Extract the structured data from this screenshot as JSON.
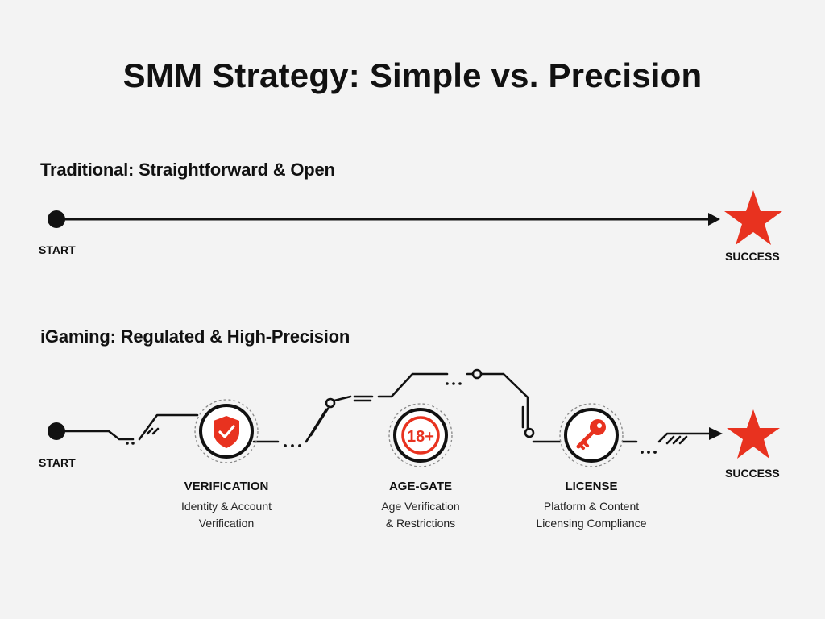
{
  "title": "SMM Strategy: Simple vs. Precision",
  "traditional": {
    "heading": "Traditional: Straightforward & Open",
    "start_label": "START",
    "end_label": "SUCCESS"
  },
  "igaming": {
    "heading": "iGaming: Regulated & High-Precision",
    "start_label": "START",
    "end_label": "SUCCESS",
    "steps": [
      {
        "title": "VERIFICATION",
        "desc_line1": "Identity & Account",
        "desc_line2": "Verification",
        "icon": "shield-check-icon"
      },
      {
        "title": "AGE-GATE",
        "desc_line1": "Age Verification",
        "desc_line2": "& Restrictions",
        "icon": "age-18-plus-icon",
        "badge": "18+"
      },
      {
        "title": "LICENSE",
        "desc_line1": "Platform & Content",
        "desc_line2": "Licensing Compliance",
        "icon": "key-icon"
      }
    ]
  },
  "colors": {
    "accent": "#e8321f",
    "line": "#111111",
    "background": "#f3f3f3"
  }
}
